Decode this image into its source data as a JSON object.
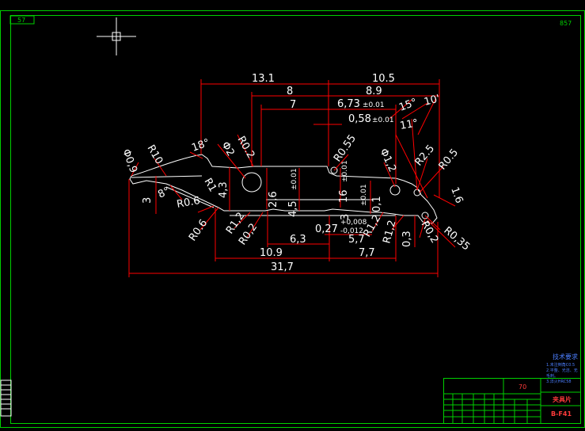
{
  "colors": {
    "background": "#000000",
    "border": "#00d000",
    "part": "#ffffff",
    "dimension": "#ff0000",
    "title_block": "#00d000",
    "notes": "#4c7fff"
  },
  "frame": {
    "corner_tag_left": "57",
    "corner_tag_right": "857"
  },
  "dimensions": {
    "top_overall_left": "13.1",
    "top_overall_right": "10.5",
    "top_8": "8",
    "top_8_9": "8.9",
    "top_7": "7",
    "top_6_73": "6,73",
    "tol_0_01": "±0.01",
    "top_0_58": "0,58",
    "angle_15": "15°",
    "angle_10": "10'",
    "angle_11": "11°",
    "r_0_2_top": "R0.2",
    "r_0_55": "R0.55",
    "phi_2": "Φ2",
    "angle_18": "18°",
    "phi_0_9": "Φ0,9",
    "r_10": "R10",
    "phi_1_2": "Φ1,2",
    "r_2_5": "R2.5",
    "r_0_5": "R0.5",
    "d_1_6": "1.6",
    "angle_8": "8°",
    "d_3": "3",
    "r_0_6_left": "R0.6",
    "r_1": "R1",
    "d_4_3": "4,3",
    "d_2_6": "2,6",
    "d_4_5": "4,5",
    "d_16": "16",
    "d_0_1": "0,1",
    "d_3_3": "3",
    "r_1_2_left": "R1,2",
    "r_0_2_left": "R0,2",
    "r_0_6_bottom": "R0.6",
    "d_6_3": "6,3",
    "d_0_27": "0,27",
    "tol_0_008": "+0,008",
    "tol_0_012": "-0,012",
    "d_5_7": "5,7",
    "r_1_2_mid": "R1,2",
    "r_1_2_right": "R1,2",
    "d_0_3": "0,3",
    "r_0_2_right": "R0,2",
    "r_0_35": "R0,35",
    "d_10_9": "10.9",
    "d_7_7": "7,7",
    "d_31_7": "31,7"
  },
  "title_block": {
    "tech_title": "技术要求",
    "tech_notes": [
      "1.未注倒角C0.5",
      "2.平整、光洁、无",
      "毛刺。",
      "3.淬火HRC58"
    ],
    "code": "70",
    "part_name": "夹具片",
    "drawing_no": "B-F41"
  }
}
